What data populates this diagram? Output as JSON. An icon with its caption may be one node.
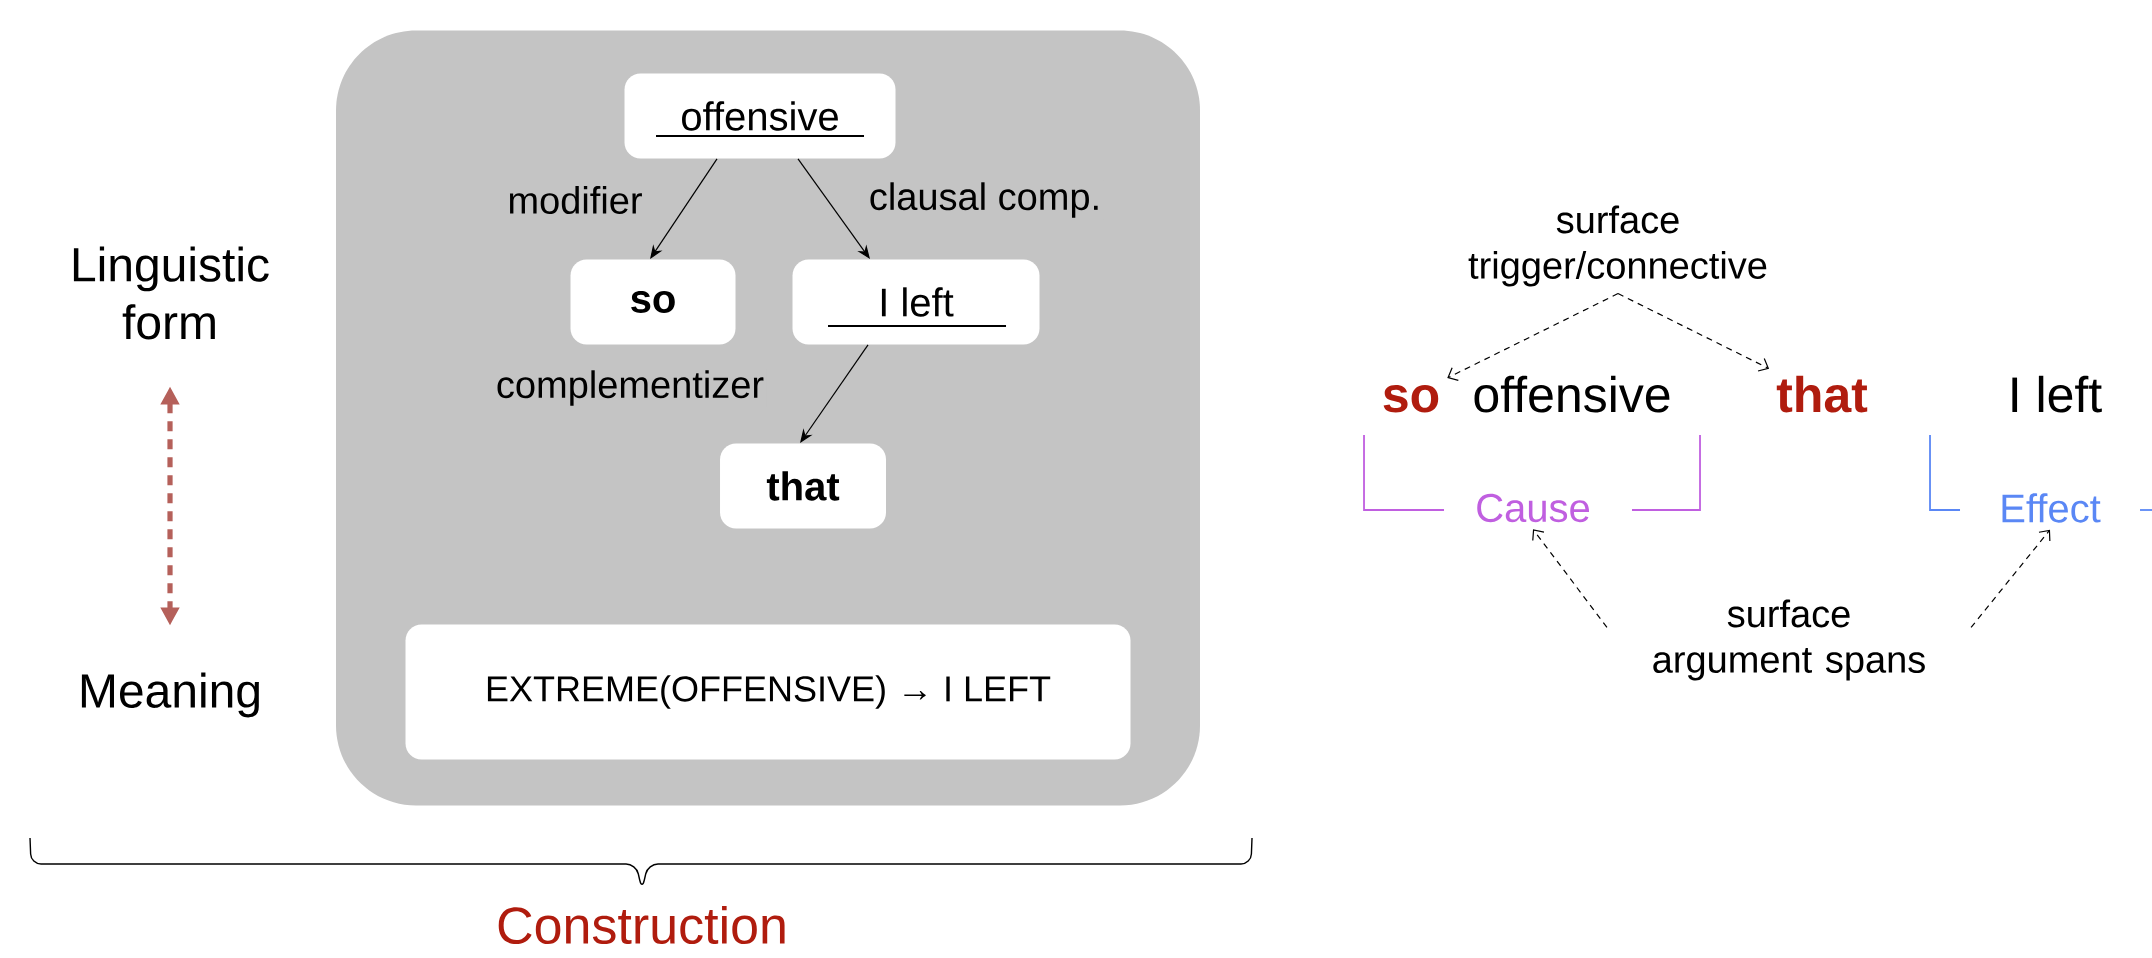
{
  "diagram": {
    "nodes": [
      {
        "text": [],
        "shape": "box"
      },
      {
        "text": [
          "offensive"
        ],
        "in": 0
      },
      {
        "text": [
          "so"
        ],
        "in": 0
      },
      {
        "text": [
          "I left"
        ],
        "in": 0
      },
      {
        "text": [
          "that"
        ],
        "in": 0
      },
      {
        "text": [
          "EXTREME(OFFENSIVE) → I LEFT"
        ],
        "in": 0
      },
      {
        "text": [
          "Linguistic form"
        ]
      },
      {
        "text": [
          "Meaning"
        ]
      },
      {
        "text": [
          "surface trigger/connective"
        ]
      },
      {
        "text": [
          "so"
        ]
      },
      {
        "text": [
          "that"
        ]
      },
      {
        "text": [
          "Cause"
        ]
      },
      {
        "text": [
          "Effect"
        ]
      },
      {
        "text": [
          "surface argument spans"
        ]
      }
    ],
    "edges": [
      {
        "from": 1,
        "to": 2,
        "arrow": "to",
        "label": "modifier"
      },
      {
        "from": 1,
        "to": 3,
        "arrow": "to",
        "label": "clausal comp."
      },
      {
        "from": 3,
        "to": 4,
        "arrow": "to",
        "label": "complementizer"
      },
      {
        "from": 6,
        "to": 7,
        "arrow": "both",
        "style": "dashed",
        "color": "#b5605a"
      },
      {
        "from": 8,
        "to": 9,
        "arrow": "to",
        "style": "dashed"
      },
      {
        "from": 8,
        "to": 10,
        "arrow": "to",
        "style": "dashed"
      },
      {
        "from": 13,
        "to": 11,
        "arrow": "to",
        "style": "dashed"
      },
      {
        "from": 13,
        "to": 12,
        "arrow": "to",
        "style": "dashed"
      }
    ],
    "labels": [
      "offensive",
      "I left",
      "Construction"
    ]
  }
}
